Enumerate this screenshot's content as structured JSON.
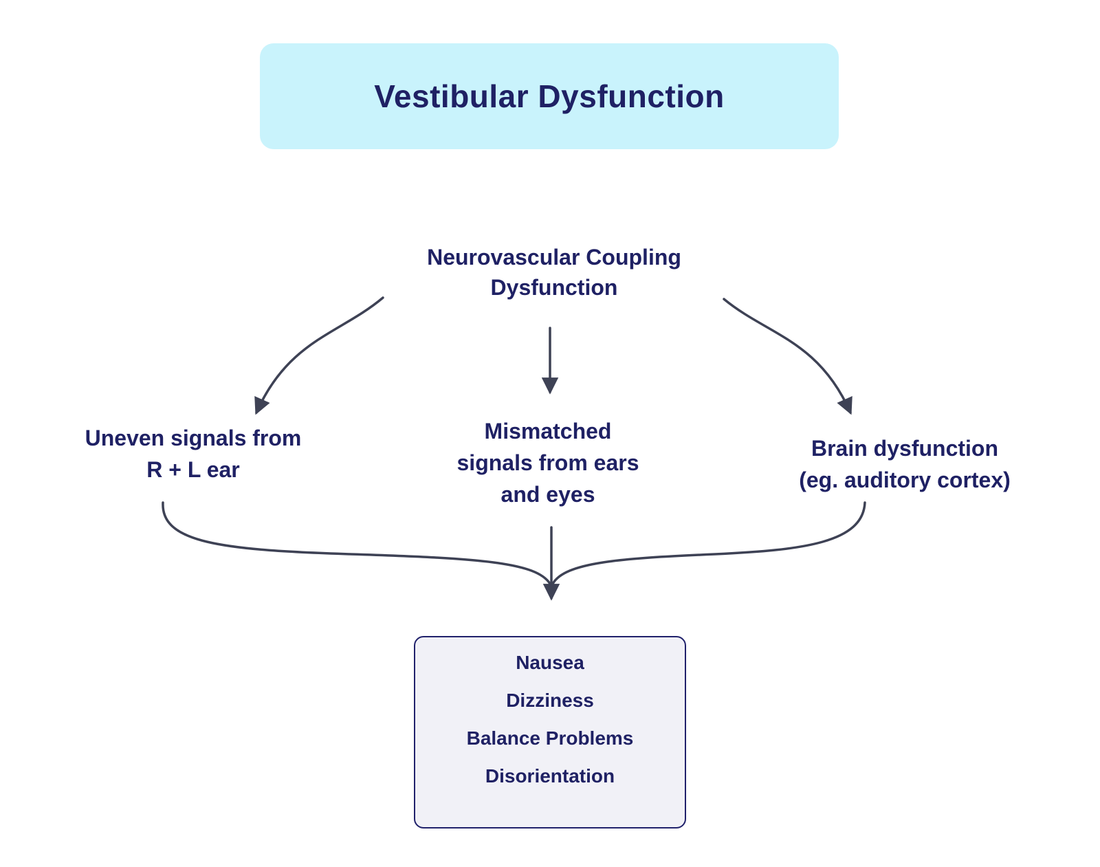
{
  "title": "Vestibular Dysfunction",
  "nodes": {
    "root": {
      "label": "Neurovascular Coupling\nDysfunction"
    },
    "left": {
      "label": "Uneven signals from\nR + L ear"
    },
    "center": {
      "label": "Mismatched\nsignals from ears\nand eyes"
    },
    "right": {
      "label": "Brain dysfunction\n(eg. auditory cortex)"
    }
  },
  "outcome": {
    "items": [
      "Nausea",
      "Dizziness",
      "Balance Problems",
      "Disorientation"
    ]
  },
  "colors": {
    "navy": "#1f2164",
    "arrow": "#3e4255",
    "title_bg": "#c9f3fc",
    "outcome_bg": "#f1f1f7",
    "outcome_border": "#20216b",
    "canvas_bg": "#ffffff"
  }
}
